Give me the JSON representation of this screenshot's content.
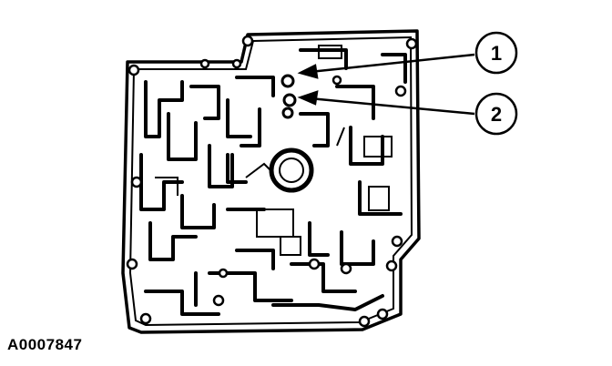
{
  "figure": {
    "code": "A0007847",
    "callouts": [
      {
        "number": "1"
      },
      {
        "number": "2"
      }
    ]
  },
  "colors": {
    "ink": "#000000",
    "paper": "#ffffff"
  }
}
